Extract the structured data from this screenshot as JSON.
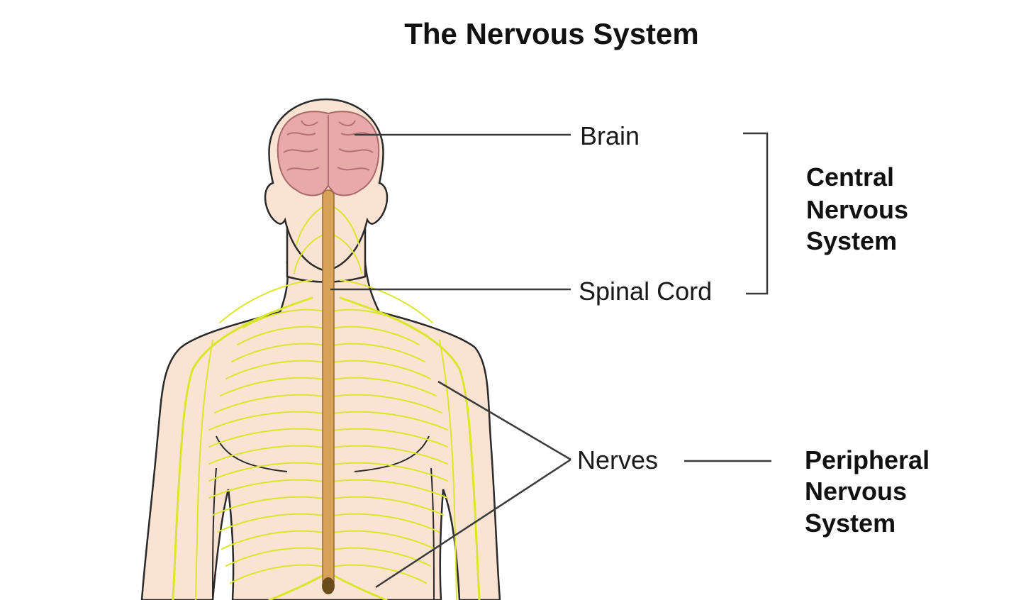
{
  "title": "The Nervous System",
  "labels": {
    "brain": "Brain",
    "spinal_cord": "Spinal Cord",
    "nerves": "Nerves"
  },
  "groups": {
    "central": [
      "Central",
      "Nervous",
      "System"
    ],
    "peripheral": [
      "Peripheral",
      "Nervous",
      "System"
    ]
  },
  "colors": {
    "skin": "#fbe3d4",
    "nerves": "#d9e62a",
    "spinal_cord": "#d9a25a",
    "brain": "#e8a9a9"
  }
}
